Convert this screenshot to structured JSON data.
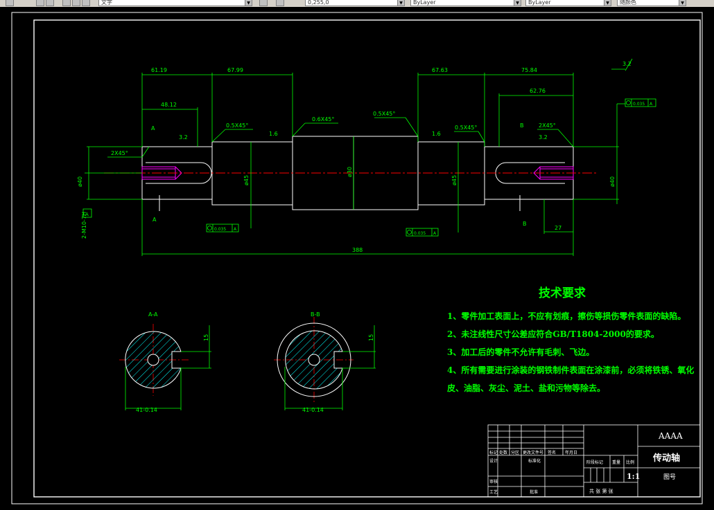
{
  "toolbar": {
    "text_style": "文字",
    "coords": "0,255,0",
    "linetype": "ByLayer",
    "lineweight": "ByLayer",
    "plotstyle": "随颜色"
  },
  "dims": {
    "d61_19": "61.19",
    "d67_99": "67.99",
    "d67_63": "67.63",
    "d75_84": "75.84",
    "d48_12": "48.12",
    "d62_76": "62.76",
    "d27": "27",
    "d388": "388",
    "chamfer_2x45_left": "2X45°",
    "chamfer_2x45_right": "2X45°",
    "chamfer_05_1": "0.5X45°",
    "chamfer_06": "0.6X45°",
    "chamfer_05_2": "0.5X45°",
    "chamfer_05_3": "0.5X45°",
    "rough_16": "1.6",
    "rough_32": "3.2",
    "rough_top": "3.2",
    "sec_a": "A",
    "sec_b": "B",
    "sec_aa": "A-A",
    "sec_bb": "B-B",
    "tol_0035": "0.035",
    "tol_a": "A",
    "thread": "2-M10-7H",
    "dia_phi40": "ø40",
    "dia_phi30": "ø30",
    "dia_phi45": "ø45",
    "sec_width1": "41-0.14",
    "sec_width2": "41-0.14",
    "sec_key1": "15",
    "sec_key2": "15"
  },
  "tech": {
    "title": "技术要求",
    "items": [
      "1、零件加工表面上，不应有划痕，擦伤等损伤零件表面的缺陷。",
      "2、未注线性尺寸公差应符合GB/T1804-2000的要求。",
      "3、加工后的零件不允许有毛刺、飞边。",
      "4、所有需要进行涂装的钢铁制件表面在涂漆前，必须将铁锈、氧化",
      "皮、油脂、灰尘、泥土、盐和污物等除去。"
    ]
  },
  "titleblock": {
    "company": "AAAA",
    "part_name": "传动轴",
    "scale": "1:1",
    "drawing_no": "图号",
    "h1": "标记",
    "h2": "处数",
    "h3": "分区",
    "h4": "更改文件号",
    "h5": "签名",
    "h6": "年月日",
    "design": "设计",
    "std": "标准化",
    "stage": "阶段标记",
    "weight": "重量",
    "ratio": "比例",
    "review": "审核",
    "process": "工艺",
    "approve": "批准",
    "sheets": "共 张 第 张"
  }
}
